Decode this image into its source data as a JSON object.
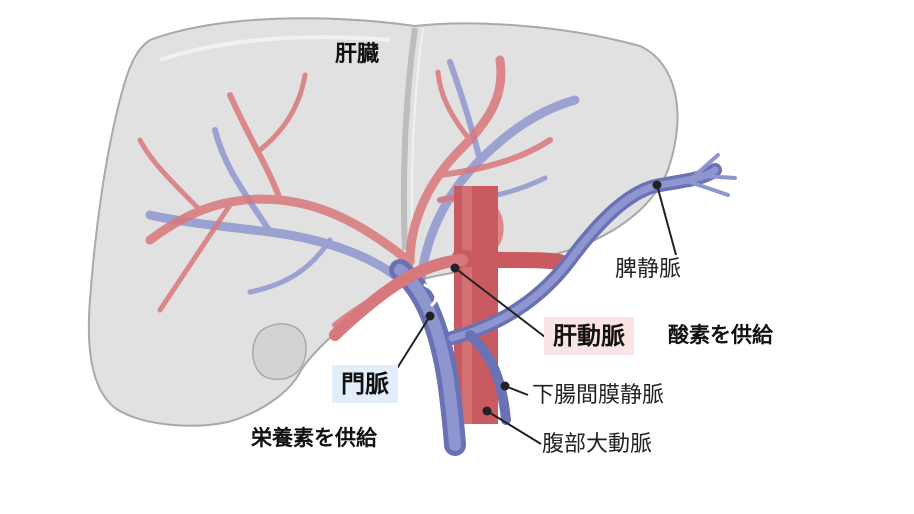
{
  "diagram": {
    "organ_label": "肝臓",
    "portal_vein": {
      "name": "門脈",
      "role": "栄養素を供給",
      "highlight_color": "#e3eefb"
    },
    "hepatic_artery": {
      "name": "肝動脈",
      "role": "酸素を供給",
      "highlight_color": "#fbe4e6"
    },
    "splenic_vein": "脾静脈",
    "inferior_mesenteric_vein": "下腸間膜静脈",
    "abdominal_aorta": "腹部大動脈"
  },
  "colors": {
    "liver_fill": "#e1e1e1",
    "liver_stroke": "#a9a9a9",
    "artery": "#d9787c",
    "artery_dark": "#c85a60",
    "vein": "#8f96cf",
    "vein_dark": "#6a72b4",
    "leader": "#222222"
  }
}
